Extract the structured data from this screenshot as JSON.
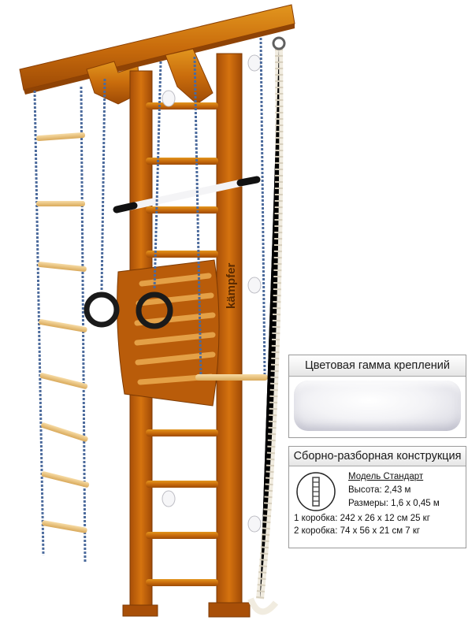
{
  "colors_panel": {
    "title": "Цветовая гамма креплений",
    "swatch_color": "#f2f2f6"
  },
  "spec_panel": {
    "title": "Сборно-разборная конструкция",
    "model": "Модель Стандарт",
    "height": "Высота: 2,43 м",
    "size": "Размеры: 1,6 х 0,45 м",
    "box1": "1 коробка: 242 х 26 х 12 см  25 кг",
    "box2": "2 коробка: 74 х 56 х 21 см 7 кг"
  },
  "product": {
    "brand": "kämpfer",
    "wood_color": "#c8650e",
    "rung_color": "#e9c07a"
  }
}
